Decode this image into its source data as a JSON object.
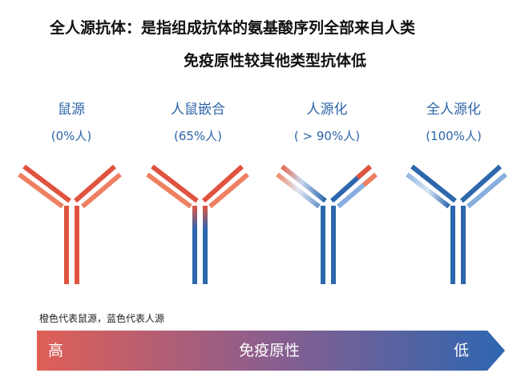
{
  "title": {
    "line1": "全人源抗体：是指组成抗体的氨基酸序列全部来自人类",
    "line2": "免疫原性较其他类型抗体低"
  },
  "antibodies": [
    {
      "name": "鼠源",
      "percent": "(0%人)",
      "type": "mouse"
    },
    {
      "name": "人鼠嵌合",
      "percent": "(65%人)",
      "type": "chimeric"
    },
    {
      "name": "人源化",
      "percent": "( > 90%人)",
      "type": "humanized"
    },
    {
      "name": "全人源化",
      "percent": "(100%人)",
      "type": "human"
    }
  ],
  "colors": {
    "mouse": "#e0533f",
    "mouse_light": "#ee8062",
    "human": "#2d67ad",
    "human_light": "#86aede",
    "label": "#2d64a8",
    "bar_start": "#e05f56",
    "bar_end": "#2e66b0"
  },
  "legend_note": "橙色代表鼠源，蓝色代表人源",
  "immunogenicity_bar": {
    "high": "高",
    "label": "免疫原性",
    "low": "低"
  }
}
